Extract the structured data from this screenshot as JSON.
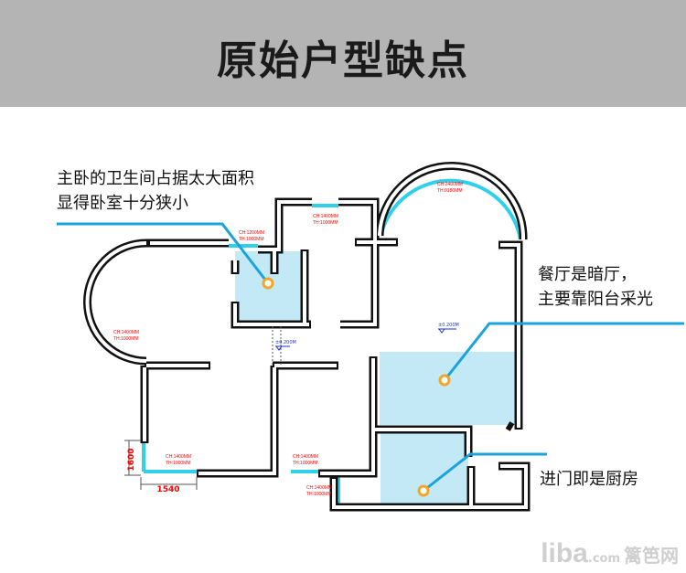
{
  "header": {
    "title": "原始户型缺点"
  },
  "notes": {
    "bathroom": [
      "主卧的卫生间占据太大面积",
      "显得卧室十分狭小"
    ],
    "dining": [
      "餐厅是暗厅，",
      "主要靠阳台采光"
    ],
    "kitchen": [
      "进门即是厨房"
    ]
  },
  "plan_labels": {
    "bath_window": [
      "CH:1200MM",
      "TH:1000MM"
    ],
    "top_window": [
      "CH:1400MM",
      "TH:1000MM"
    ],
    "arc_window": [
      "CH:2400MM",
      "TH:0180MM"
    ],
    "left_arc_window": [
      "CH:1400MM",
      "TH:1000MM"
    ],
    "bottom_left_window": [
      "CH:1400MM",
      "TH:1000MM"
    ],
    "bottom_mid_window": [
      "CH:1400MM",
      "TH:1000MM"
    ],
    "entry_window": [
      "CH:1400MM",
      "TH:1000MM"
    ],
    "level_left": "±0.200M",
    "level_right": "±0.200M",
    "dim_vertical": "1600",
    "dim_horizontal": "1540"
  },
  "watermark": {
    "brand": "liba",
    "domain": ".com",
    "cn": "篱笆网"
  },
  "colors": {
    "highlight": "#c3e9f6",
    "line": "#1aa3dc",
    "marker": "#f2a626",
    "window": "#2fd0ea",
    "label": "#ff0000"
  }
}
